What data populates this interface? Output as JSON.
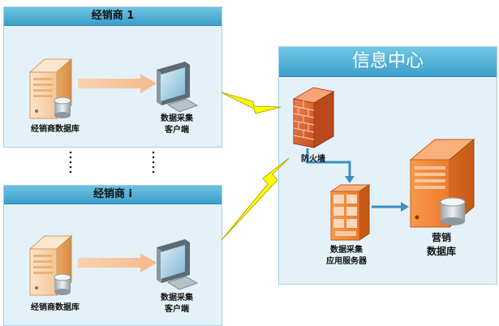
{
  "dealer_1": {
    "title": "经销商 1",
    "db_label": "经销商数据库",
    "client_label_1": "数据采集",
    "client_label_2": "客户端"
  },
  "dealer_i": {
    "title": "经销商 i",
    "db_label": "经销商数据库",
    "client_label_1": "数据采集",
    "client_label_2": "客户端"
  },
  "info_center": {
    "title": "信息中心",
    "firewall_label": "防火墙",
    "app_server_label_1": "数据采集",
    "app_server_label_2": "应用服务器",
    "marketing_db_label_1": "营销",
    "marketing_db_label_2": "数据库"
  },
  "colors": {
    "panel_fill": "#e4f1f8",
    "header_blue": "#3a9fca",
    "server_orange": "#f08a3c",
    "arrow_blue": "#3c8fc0",
    "lightning_yellow": "#ffff00"
  }
}
